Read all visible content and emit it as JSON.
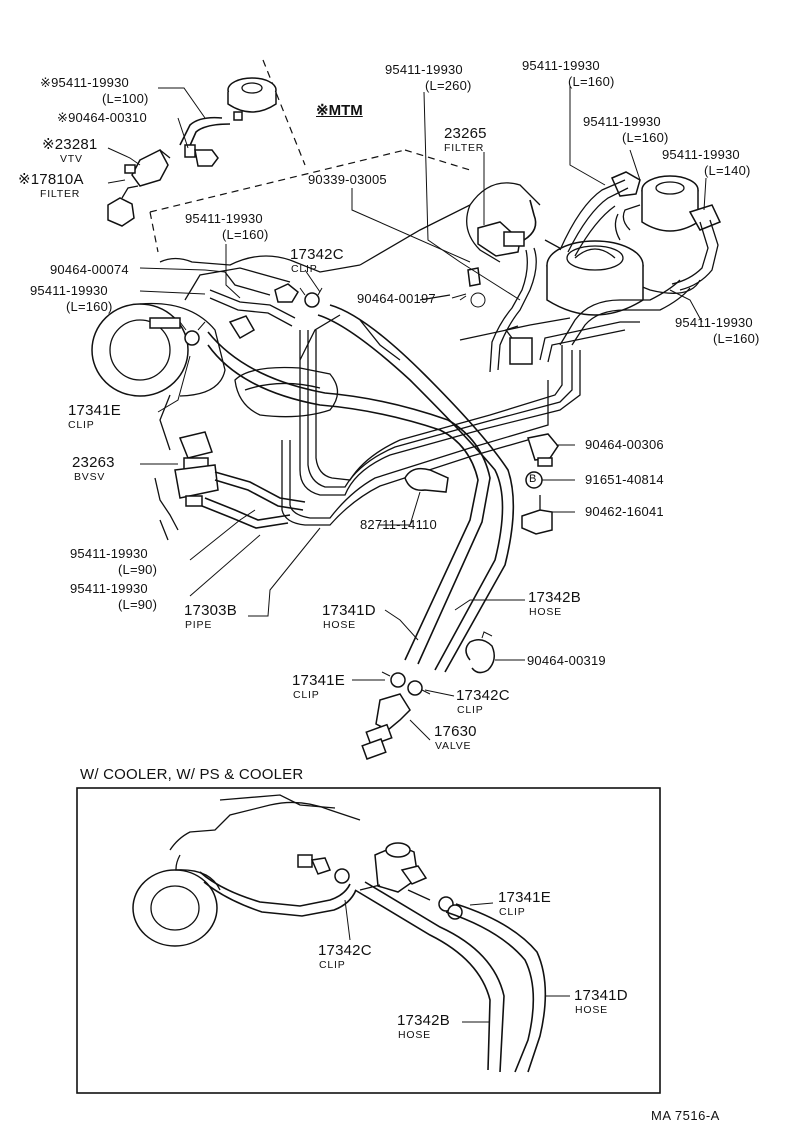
{
  "options": {
    "mtm": "※MTM"
  },
  "section_title": "W/ COOLER, W/ PS & COOLER",
  "drawing_ref": "MA 7516-A",
  "main_parts": {
    "hose_95411_l100": {
      "pn": "※95411-19930",
      "sub": "(L=100)"
    },
    "plug_90464_00310": {
      "pn": "※90464-00310"
    },
    "vtv_23281": {
      "pn": "※23281",
      "sub": "VTV"
    },
    "filter_17810a": {
      "pn": "※17810A",
      "sub": "FILTER"
    },
    "hose_95411_l260": {
      "pn": "95411-19930",
      "sub": "(L=260)"
    },
    "hose_95411_l160_top": {
      "pn": "95411-19930",
      "sub": "(L=160)"
    },
    "filter_23265": {
      "pn": "23265",
      "sub": "FILTER"
    },
    "hose_95411_l160_mid": {
      "pn": "95411-19930",
      "sub": "(L=160)"
    },
    "hose_95411_l140": {
      "pn": "95411-19930",
      "sub": "(L=140)"
    },
    "bolt_90339": {
      "pn": "90339-03005"
    },
    "hose_95411_l160_left": {
      "pn": "95411-19930",
      "sub": "(L=160)"
    },
    "clip_17342c_top": {
      "pn": "17342C",
      "sub": "CLIP"
    },
    "clip_90464_00074": {
      "pn": "90464-00074"
    },
    "hose_95411_l160_left2": {
      "pn": "95411-19930",
      "sub": "(L=160)"
    },
    "clip_90464_00197": {
      "pn": "90464-00197"
    },
    "hose_95411_l160_right": {
      "pn": "95411-19930",
      "sub": "(L=160)"
    },
    "clip_17341e_left": {
      "pn": "17341E",
      "sub": "CLIP"
    },
    "clip_90464_00306": {
      "pn": "90464-00306"
    },
    "bvsv_23263": {
      "pn": "23263",
      "sub": "BVSV"
    },
    "bolt_91651": {
      "pn": "91651-40814"
    },
    "bracket_90462": {
      "pn": "90462-16041"
    },
    "clamp_82711": {
      "pn": "82711-14110"
    },
    "hose_95411_l90_a": {
      "pn": "95411-19930",
      "sub": "(L=90)"
    },
    "hose_95411_l90_b": {
      "pn": "95411-19930",
      "sub": "(L=90)"
    },
    "pipe_17303b": {
      "pn": "17303B",
      "sub": "PIPE"
    },
    "hose_17341d": {
      "pn": "17341D",
      "sub": "HOSE"
    },
    "hose_17342b": {
      "pn": "17342B",
      "sub": "HOSE"
    },
    "clip_90464_00319": {
      "pn": "90464-00319"
    },
    "clip_17341e_bottom": {
      "pn": "17341E",
      "sub": "CLIP"
    },
    "clip_17342c_bottom": {
      "pn": "17342C",
      "sub": "CLIP"
    },
    "valve_17630": {
      "pn": "17630",
      "sub": "VALVE"
    },
    "bolt_marker": {
      "pn": "B"
    }
  },
  "inset_parts": {
    "clip_17341e": {
      "pn": "17341E",
      "sub": "CLIP"
    },
    "clip_17342c": {
      "pn": "17342C",
      "sub": "CLIP"
    },
    "hose_17341d": {
      "pn": "17341D",
      "sub": "HOSE"
    },
    "hose_17342b": {
      "pn": "17342B",
      "sub": "HOSE"
    }
  }
}
